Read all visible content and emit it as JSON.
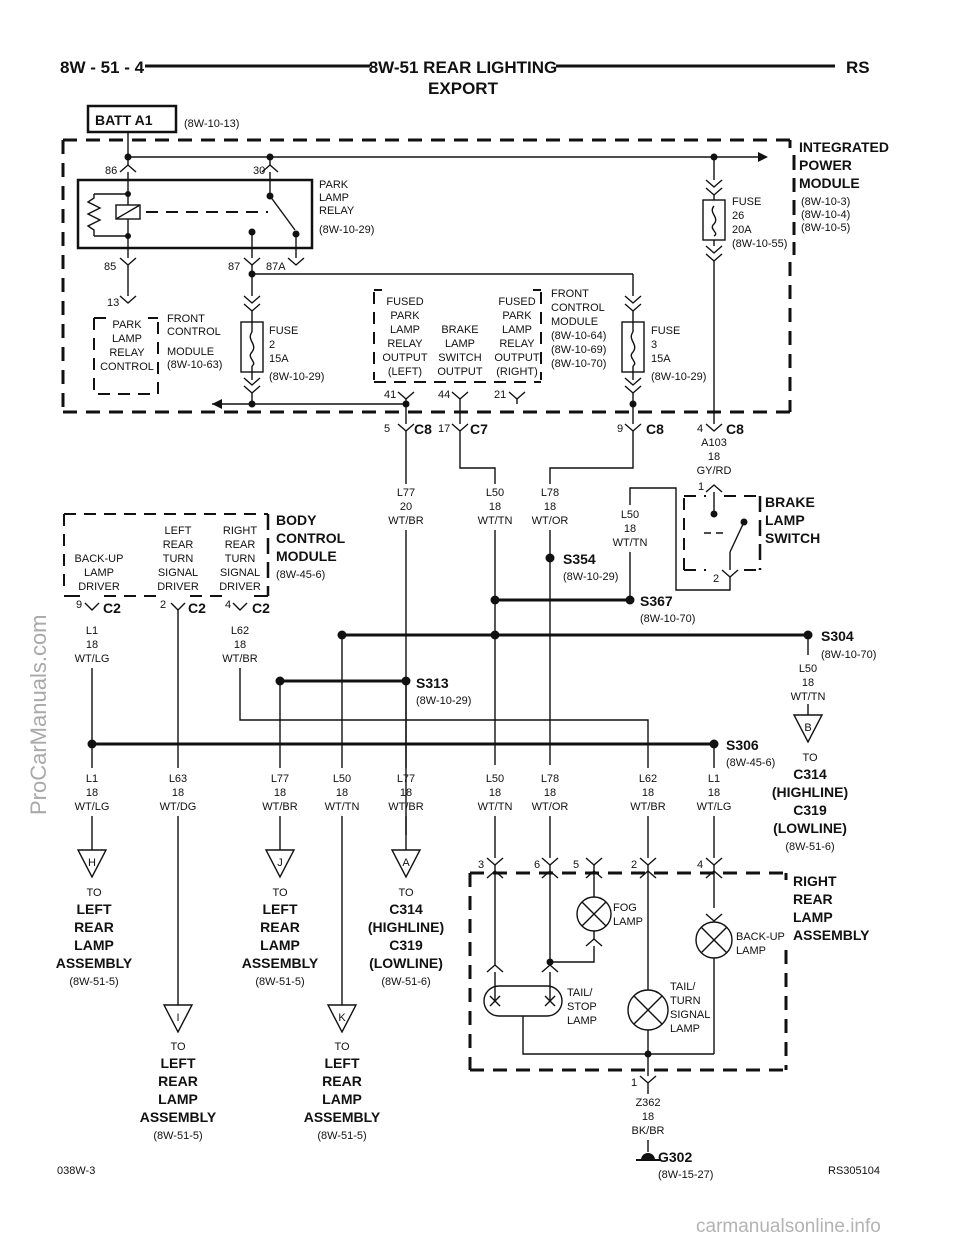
{
  "header": {
    "left": "8W - 51 - 4",
    "title_line1": "8W-51 REAR LIGHTING",
    "title_line2": "EXPORT",
    "right": "RS"
  },
  "batt": {
    "label": "BATT A1",
    "ref": "(8W-10-13)"
  },
  "ipm": {
    "line1": "INTEGRATED",
    "line2": "POWER",
    "line3": "MODULE",
    "ref1": "(8W-10-3)",
    "ref2": "(8W-10-4)",
    "ref3": "(8W-10-5)"
  },
  "relay": {
    "line1": "PARK",
    "line2": "LAMP",
    "line3": "RELAY",
    "ref": "(8W-10-29)",
    "pin86": "86",
    "pin30": "30",
    "pin85": "85",
    "pin87": "87",
    "pin87a": "87A"
  },
  "fuse26": {
    "l1": "FUSE",
    "l2": "26",
    "l3": "20A",
    "ref": "(8W-10-55)"
  },
  "fuse2": {
    "l1": "FUSE",
    "l2": "2",
    "l3": "15A",
    "ref": "(8W-10-29)"
  },
  "fuse3": {
    "l1": "FUSE",
    "l2": "3",
    "l3": "15A",
    "ref": "(8W-10-29)"
  },
  "fcm_left": {
    "pin": "13",
    "l1": "PARK",
    "l2": "LAMP",
    "l3": "RELAY",
    "l4": "CONTROL",
    "m1": "FRONT",
    "m2": "CONTROL",
    "m3": "MODULE",
    "ref": "(8W-10-63)"
  },
  "fcm_right": {
    "m1": "FRONT",
    "m2": "CONTROL",
    "m3": "MODULE",
    "ref1": "(8W-10-64)",
    "ref2": "(8W-10-69)",
    "ref3": "(8W-10-70)"
  },
  "outputs": {
    "left": {
      "l1": "FUSED",
      "l2": "PARK",
      "l3": "LAMP",
      "l4": "RELAY",
      "l5": "OUTPUT",
      "l6": "(LEFT)",
      "pin": "41"
    },
    "brake": {
      "l1": "BRAKE",
      "l2": "LAMP",
      "l3": "SWITCH",
      "l4": "OUTPUT",
      "pin": "44"
    },
    "right": {
      "l1": "FUSED",
      "l2": "PARK",
      "l3": "LAMP",
      "l4": "RELAY",
      "l5": "OUTPUT",
      "l6": "(RIGHT)",
      "pin": "21"
    }
  },
  "connectors": {
    "c8a": {
      "pin": "5",
      "name": "C8"
    },
    "c7": {
      "pin": "17",
      "name": "C7"
    },
    "c8b": {
      "pin": "9",
      "name": "C8"
    },
    "c8c": {
      "pin": "4",
      "name": "C8"
    }
  },
  "wires": {
    "w_l77_top": {
      "a": "L77",
      "b": "20",
      "c": "WT/BR"
    },
    "w_l50_top": {
      "a": "L50",
      "b": "18",
      "c": "WT/TN"
    },
    "w_l78_top": {
      "a": "L78",
      "b": "18",
      "c": "WT/OR"
    },
    "w_a103": {
      "a": "A103",
      "b": "18",
      "c": "GY/RD"
    },
    "w_l50_bls": {
      "a": "L50",
      "b": "18",
      "c": "WT/TN"
    },
    "w_l1_top": {
      "a": "L1",
      "b": "18",
      "c": "WT/LG"
    },
    "w_l62_top": {
      "a": "L62",
      "b": "18",
      "c": "WT/BR"
    },
    "w_l50_s304": {
      "a": "L50",
      "b": "18",
      "c": "WT/TN"
    },
    "b1": {
      "a": "L1",
      "b": "18",
      "c": "WT/LG"
    },
    "b2": {
      "a": "L63",
      "b": "18",
      "c": "WT/DG"
    },
    "b3": {
      "a": "L77",
      "b": "18",
      "c": "WT/BR"
    },
    "b4": {
      "a": "L50",
      "b": "18",
      "c": "WT/TN"
    },
    "b5": {
      "a": "L77",
      "b": "18",
      "c": "WT/BR"
    },
    "b6": {
      "a": "L50",
      "b": "18",
      "c": "WT/TN"
    },
    "b7": {
      "a": "L78",
      "b": "18",
      "c": "WT/OR"
    },
    "b8": {
      "a": "L62",
      "b": "18",
      "c": "WT/BR"
    },
    "b9": {
      "a": "L1",
      "b": "18",
      "c": "WT/LG"
    },
    "gnd": {
      "a": "Z362",
      "b": "18",
      "c": "BK/BR"
    }
  },
  "brake_switch": {
    "l1": "BRAKE",
    "l2": "LAMP",
    "l3": "SWITCH",
    "pin1": "1",
    "pin2": "2"
  },
  "bcm": {
    "l1": "BODY",
    "l2": "CONTROL",
    "l3": "MODULE",
    "ref": "(8W-45-6)",
    "backup": {
      "l1": "BACK-UP",
      "l2": "LAMP",
      "l3": "DRIVER"
    },
    "left_turn": {
      "l1": "LEFT",
      "l2": "REAR",
      "l3": "TURN",
      "l4": "SIGNAL",
      "l5": "DRIVER"
    },
    "right_turn": {
      "l1": "RIGHT",
      "l2": "REAR",
      "l3": "TURN",
      "l4": "SIGNAL",
      "l5": "DRIVER"
    },
    "c2a": {
      "pin": "9",
      "name": "C2"
    },
    "c2b": {
      "pin": "2",
      "name": "C2"
    },
    "c2c": {
      "pin": "4",
      "name": "C2"
    }
  },
  "splices": {
    "s354": {
      "name": "S354",
      "ref": "(8W-10-29)"
    },
    "s367": {
      "name": "S367",
      "ref": "(8W-10-70)"
    },
    "s304": {
      "name": "S304",
      "ref": "(8W-10-70)"
    },
    "s313": {
      "name": "S313",
      "ref": "(8W-10-29)"
    },
    "s306": {
      "name": "S306",
      "ref": "(8W-45-6)"
    }
  },
  "to_b": {
    "letter": "B",
    "to": "TO",
    "l1": "C314",
    "l2": "(HIGHLINE)",
    "l3": "C319",
    "l4": "(LOWLINE)",
    "ref": "(8W-51-6)"
  },
  "to_h": {
    "letter": "H",
    "to": "TO",
    "l1": "LEFT",
    "l2": "REAR",
    "l3": "LAMP",
    "l4": "ASSEMBLY",
    "ref": "(8W-51-5)"
  },
  "to_j": {
    "letter": "J",
    "to": "TO",
    "l1": "LEFT",
    "l2": "REAR",
    "l3": "LAMP",
    "l4": "ASSEMBLY",
    "ref": "(8W-51-5)"
  },
  "to_a": {
    "letter": "A",
    "to": "TO",
    "l1": "C314",
    "l2": "(HIGHLINE)",
    "l3": "C319",
    "l4": "(LOWLINE)",
    "ref": "(8W-51-6)"
  },
  "to_i": {
    "letter": "I",
    "to": "TO",
    "l1": "LEFT",
    "l2": "REAR",
    "l3": "LAMP",
    "l4": "ASSEMBLY",
    "ref": "(8W-51-5)"
  },
  "to_k": {
    "letter": "K",
    "to": "TO",
    "l1": "LEFT",
    "l2": "REAR",
    "l3": "LAMP",
    "l4": "ASSEMBLY",
    "ref": "(8W-51-5)"
  },
  "rrla": {
    "l1": "RIGHT",
    "l2": "REAR",
    "l3": "LAMP",
    "l4": "ASSEMBLY",
    "pins": {
      "p3": "3",
      "p6": "6",
      "p5": "5",
      "p2": "2",
      "p4": "4",
      "p1": "1"
    },
    "fog": {
      "l1": "FOG",
      "l2": "LAMP"
    },
    "backup": {
      "l1": "BACK-UP",
      "l2": "LAMP"
    },
    "tail": {
      "l1": "TAIL/",
      "l2": "STOP",
      "l3": "LAMP"
    },
    "turn": {
      "l1": "TAIL/",
      "l2": "TURN",
      "l3": "SIGNAL",
      "l4": "LAMP"
    }
  },
  "ground": {
    "name": "G302",
    "ref": "(8W-15-27)"
  },
  "footer": {
    "left": "038W-3",
    "right": "RS305104"
  },
  "watermark": {
    "side": "ProCarManuals.com",
    "bottom": "carmanualsonline.info"
  }
}
